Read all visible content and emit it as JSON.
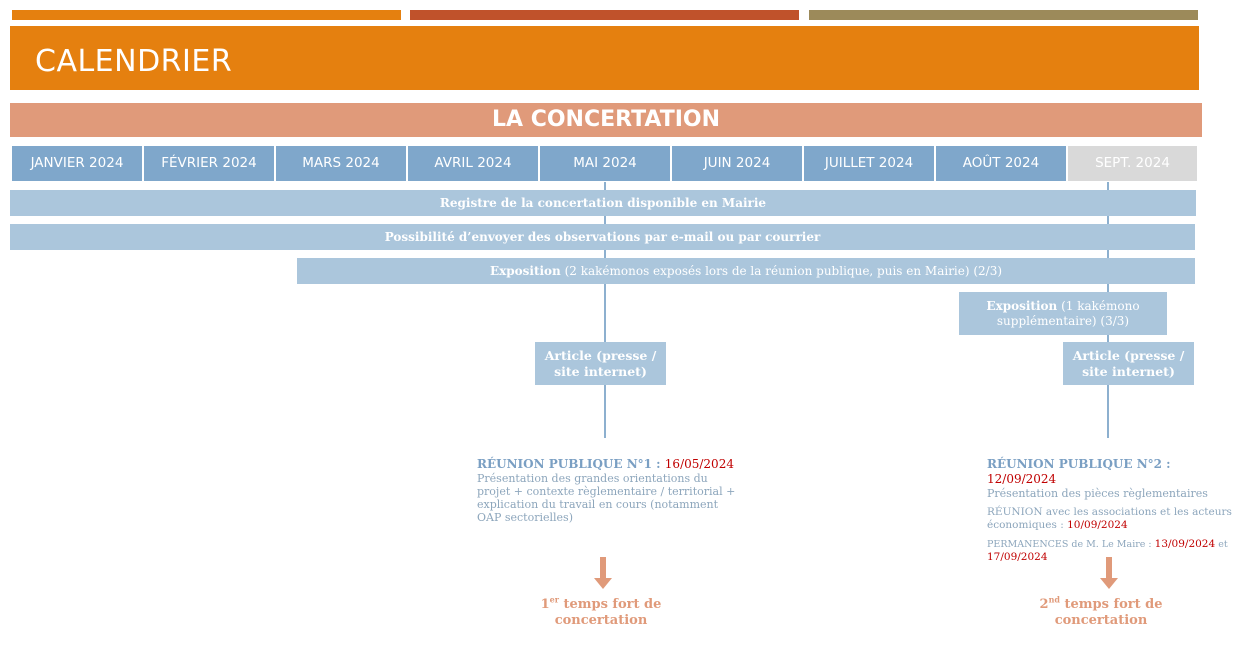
{
  "colors": {
    "top_bar_1": "#E5800F",
    "top_bar_2": "#C0522B",
    "top_bar_3": "#9C8A5A",
    "header": "#E5800F",
    "banner": "#E09A7A",
    "month": "#7FA7CB",
    "month_future": "#D9D9D9",
    "bar": "#ABC6DC",
    "date_red": "#C00000"
  },
  "header": {
    "title": "CALENDRIER"
  },
  "banner": {
    "title": "LA CONCERTATION"
  },
  "months": [
    "JANVIER 2024",
    "FÉVRIER 2024",
    "MARS 2024",
    "AVRIL 2024",
    "MAI 2024",
    "JUIN 2024",
    "JUILLET 2024",
    "AOÛT 2024",
    "SEPT. 2024"
  ],
  "bars": {
    "registre": "Registre de la concertation disponible en Mairie",
    "observations": "Possibilité d’envoyer des observations par e-mail ou par courrier",
    "expo1_bold": "Exposition",
    "expo1_rest": " (2 kakémonos exposés lors de la réunion publique, puis en Mairie) (2/3)",
    "expo2_bold": "Exposition",
    "expo2_rest": " (1 kakémono supplémentaire) (3/3)"
  },
  "articles": {
    "a1": "Article (presse / site internet)",
    "a2": "Article (presse / site internet)"
  },
  "event1": {
    "title": "RÉUNION PUBLIQUE N°1 : ",
    "date": "16/05/2024",
    "desc": "Présentation des grandes orientations du projet + contexte règlementaire / territorial + explication du travail en cours (notamment OAP sectorielles)"
  },
  "event2": {
    "title": "RÉUNION PUBLIQUE N°2 : ",
    "date": "12/09/2024",
    "desc": "Présentation des pièces règlementaires",
    "reunion_label": "RÉUNION avec les associations et les acteurs économiques : ",
    "reunion_date": "10/09/2024",
    "perm_label": "PERMANENCES de M. Le Maire : ",
    "perm_date1": "13/09/2024",
    "perm_and": " et ",
    "perm_date2": "17/09/2024"
  },
  "temps_fort": {
    "t1_num": "1",
    "t1_sup": "er",
    "t1_rest": " temps fort de concertation",
    "t2_num": "2",
    "t2_sup": "nd",
    "t2_rest": " temps fort de concertation"
  }
}
